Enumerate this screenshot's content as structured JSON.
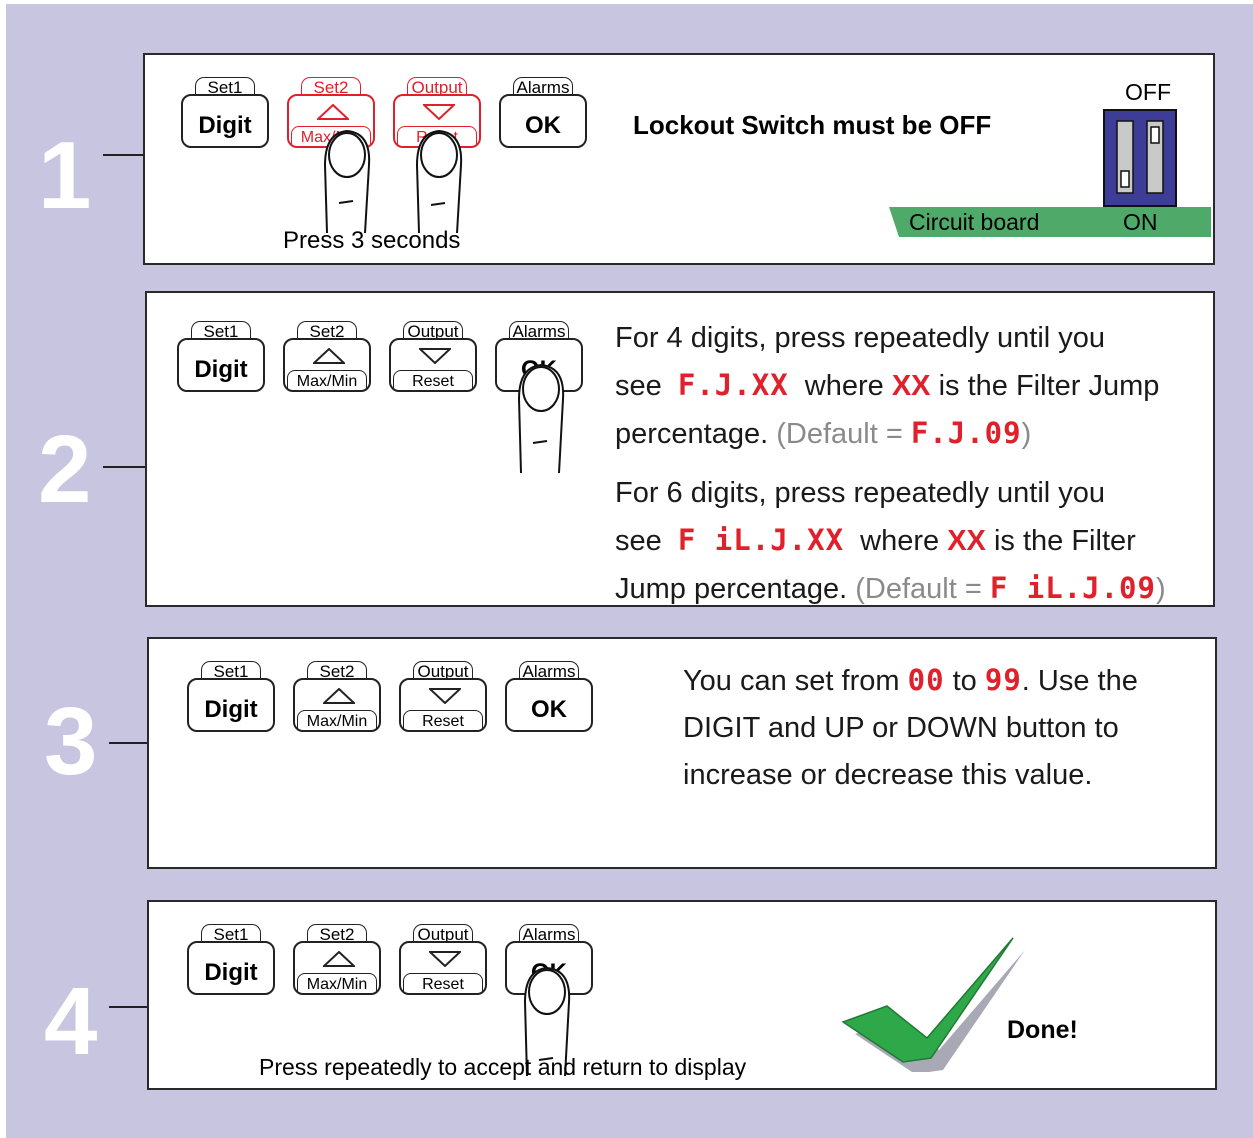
{
  "buttons": [
    {
      "cap": "Set1",
      "main": "Digit",
      "sub": ""
    },
    {
      "cap": "Set2",
      "main": "",
      "sub": "Max/Min"
    },
    {
      "cap": "Output",
      "main": "",
      "sub": "Reset"
    },
    {
      "cap": "Alarms",
      "main": "OK",
      "sub": ""
    }
  ],
  "steps": [
    {
      "number": "1",
      "caption": "Press 3 seconds",
      "lockout_text": "Lockout Switch must be OFF",
      "switch_off_label": "OFF",
      "switch_on_label": "ON",
      "board_label": "Circuit board"
    },
    {
      "number": "2",
      "line1": "For 4 digits, press repeatedly until you",
      "line2_see": "see",
      "line2_code": "F.J.XX",
      "line2_where": "where",
      "line2_xx": "XX",
      "line2_rest": "is the Filter Jump",
      "line3_a": "percentage.",
      "line3_default": "(Default =",
      "line3_code": "F.J.09",
      "line3_close": ")",
      "line4": "For 6 digits, press repeatedly until you",
      "line5_see": "see",
      "line5_code": "F iL.J.XX",
      "line5_where": "where",
      "line5_xx": "XX",
      "line5_rest": "is the Filter",
      "line6_a": "Jump percentage.",
      "line6_default": "(Default =",
      "line6_code": "F iL.J.09",
      "line6_close": ")"
    },
    {
      "number": "3",
      "line1_a": "You can set from",
      "line1_from": "00",
      "line1_to": "to",
      "line1_max": "99",
      "line1_b": ". Use the",
      "line2": "DIGIT and  UP or DOWN button to",
      "line3": "increase or decrease this value."
    },
    {
      "number": "4",
      "caption": "Press repeatedly to accept and return to display",
      "done": "Done!"
    }
  ],
  "colors": {
    "background": "#c8c5e0",
    "accent_red": "#e0202a",
    "switch_blue": "#3d3c96",
    "board_green": "#4faa6a",
    "check_green": "#2fa84a"
  }
}
